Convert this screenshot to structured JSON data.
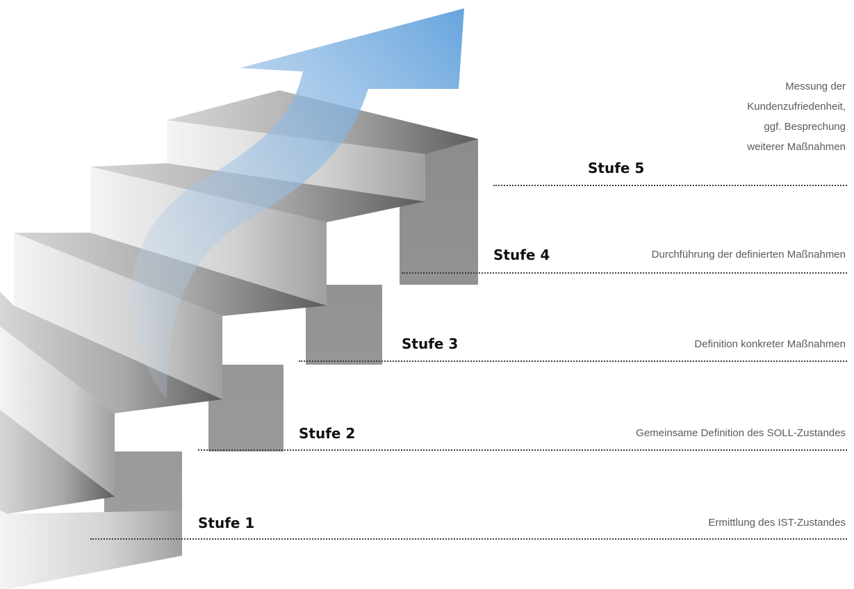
{
  "stages": [
    {
      "label": "Stufe 1",
      "description": "Ermittlung des IST-Zustandes"
    },
    {
      "label": "Stufe 2",
      "description": "Gemeinsame Definition des SOLL-Zustandes"
    },
    {
      "label": "Stufe 3",
      "description": "Definition konkreter Maßnahmen"
    },
    {
      "label": "Stufe 4",
      "description": "Durchführung der definierten Maßnahmen"
    },
    {
      "label": "Stufe 5",
      "description_lines": [
        "Messung der",
        "Kundenzufriedenheit,",
        "ggf. Besprechung",
        "weiterer Maßnahmen"
      ]
    }
  ],
  "colors": {
    "arrow": "#6fa8dc",
    "step_dark": "#7a7a7a",
    "step_light": "#e6e6e6",
    "dotted_line": "#3a3a3a"
  },
  "icons": {
    "arrow": "upward-progress-arrow-icon"
  }
}
